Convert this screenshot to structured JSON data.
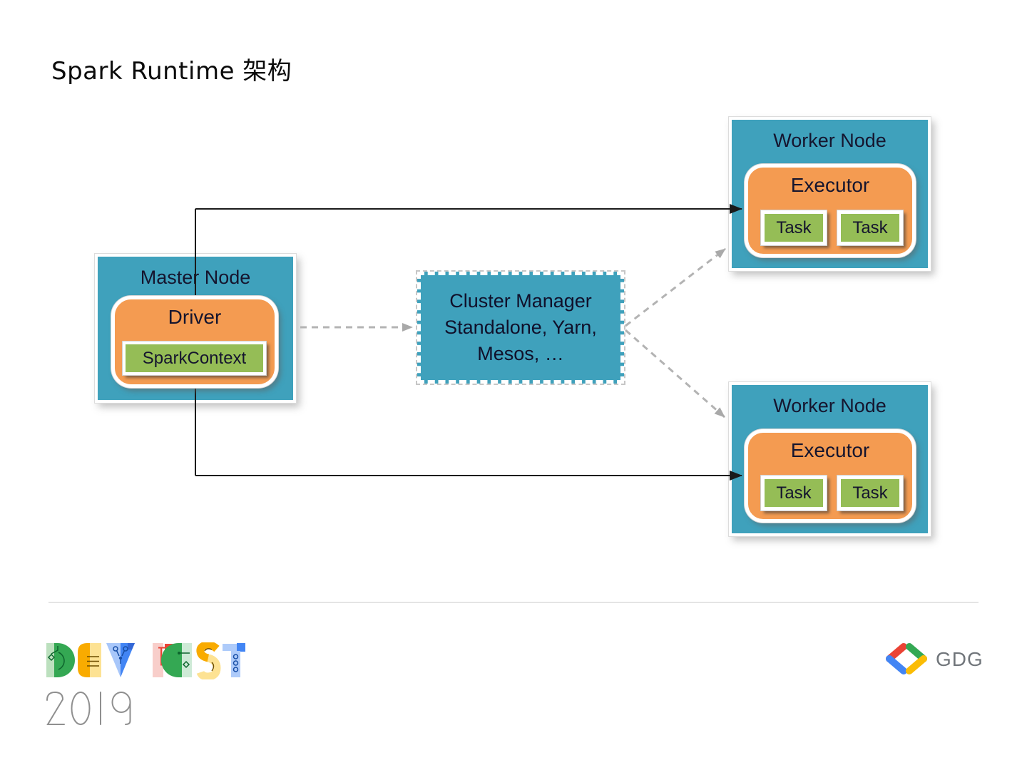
{
  "title": "Spark Runtime 架构",
  "diagram": {
    "master": {
      "label": "Master Node"
    },
    "driver": {
      "label": "Driver"
    },
    "spark_context": {
      "label": "SparkContext"
    },
    "cluster_manager": {
      "lines": [
        "Cluster Manager",
        "Standalone, Yarn,",
        "Mesos, …"
      ]
    },
    "worker_top": {
      "label": "Worker Node",
      "executor": "Executor",
      "task1": "Task",
      "task2": "Task"
    },
    "worker_bottom": {
      "label": "Worker Node",
      "executor": "Executor",
      "task1": "Task",
      "task2": "Task"
    },
    "connections": [
      {
        "from": "Master Node",
        "to": "Worker Node (top)",
        "style": "solid-arrow"
      },
      {
        "from": "Master Node",
        "to": "Worker Node (bottom)",
        "style": "solid-arrow"
      },
      {
        "from": "Driver",
        "to": "Cluster Manager",
        "style": "dashed-arrow"
      },
      {
        "from": "Cluster Manager",
        "to": "Worker Node (top)",
        "style": "dashed-arrow"
      },
      {
        "from": "Cluster Manager",
        "to": "Worker Node (bottom)",
        "style": "dashed-arrow"
      }
    ],
    "colors": {
      "node_fill": "#3FA1BC",
      "executor_fill": "#F49B51",
      "task_fill": "#95BD56",
      "text": "#15152E",
      "solid_arrow": "#1A1A1A",
      "dashed_arrow": "#B3B3B3"
    }
  },
  "footer": {
    "devfest_text": "DEVFEST",
    "year": "2019",
    "gdg_label": "GDG"
  }
}
